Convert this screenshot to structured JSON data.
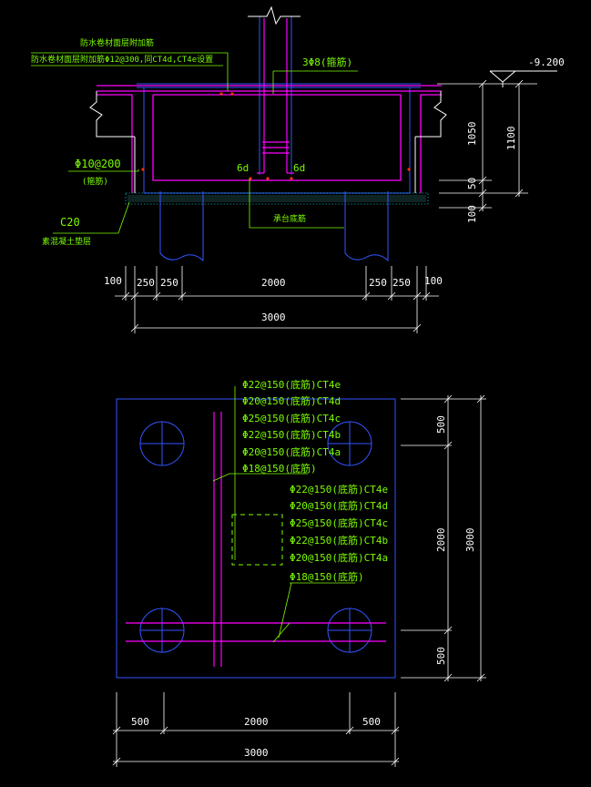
{
  "section": {
    "note_line1": "防水卷材面层附加筋",
    "note_line2": "防水卷材面层附加筋Φ12@300,同CT4d,CT4e设置",
    "top_bars": "3Φ8(箍筋)",
    "elevation": "-9.200",
    "side_bars": "Φ10@200",
    "side_bars_note": "(箍筋)",
    "bottom_bars_label": "承台底筋",
    "anchor_left": "6d",
    "anchor_right": "6d",
    "cushion_grade": "C20",
    "cushion_note": "素混凝土垫层",
    "dim_right": [
      "1050",
      "1100",
      "50",
      "100"
    ],
    "dim_bottom": [
      "100",
      "250",
      "250",
      "2000",
      "250",
      "250",
      "100"
    ],
    "dim_total": "3000"
  },
  "plan": {
    "bars_upper": [
      "Φ22@150(底筋)CT4e",
      "Φ20@150(底筋)CT4d",
      "Φ25@150(底筋)CT4c",
      "Φ22@150(底筋)CT4b",
      "Φ20@150(底筋)CT4a",
      "Φ18@150(底筋)"
    ],
    "bars_lower": [
      "Φ22@150(底筋)CT4e",
      "Φ20@150(底筋)CT4d",
      "Φ25@150(底筋)CT4c",
      "Φ22@150(底筋)CT4b",
      "Φ20@150(底筋)CT4a",
      "Φ18@150(底筋)"
    ],
    "dim_right": [
      "500",
      "2000",
      "500",
      "3000"
    ],
    "dim_bottom": [
      "500",
      "2000",
      "500"
    ],
    "dim_total": "3000"
  },
  "colors": {
    "background": "#000000",
    "text": "#7CFC00",
    "outline": "#0000FF",
    "rebar": "#FF00FF",
    "leader": "#7CFC00",
    "dimension": "#FFFFFF",
    "cushion_hatch": "#00FFFF",
    "section_fill": "#8B0000"
  }
}
